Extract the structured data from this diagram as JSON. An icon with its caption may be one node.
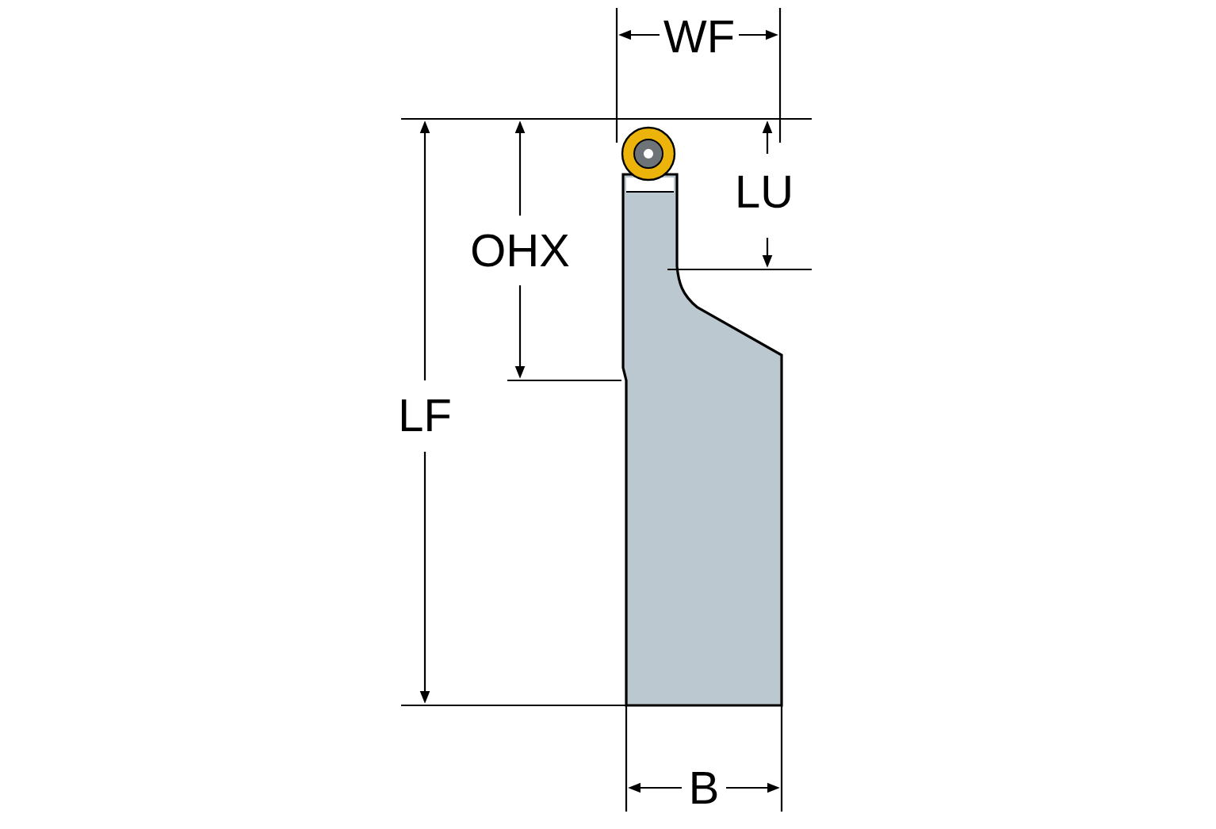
{
  "diagram": {
    "labels": [
      "WF",
      "LU",
      "OHX",
      "LF",
      "B"
    ]
  }
}
